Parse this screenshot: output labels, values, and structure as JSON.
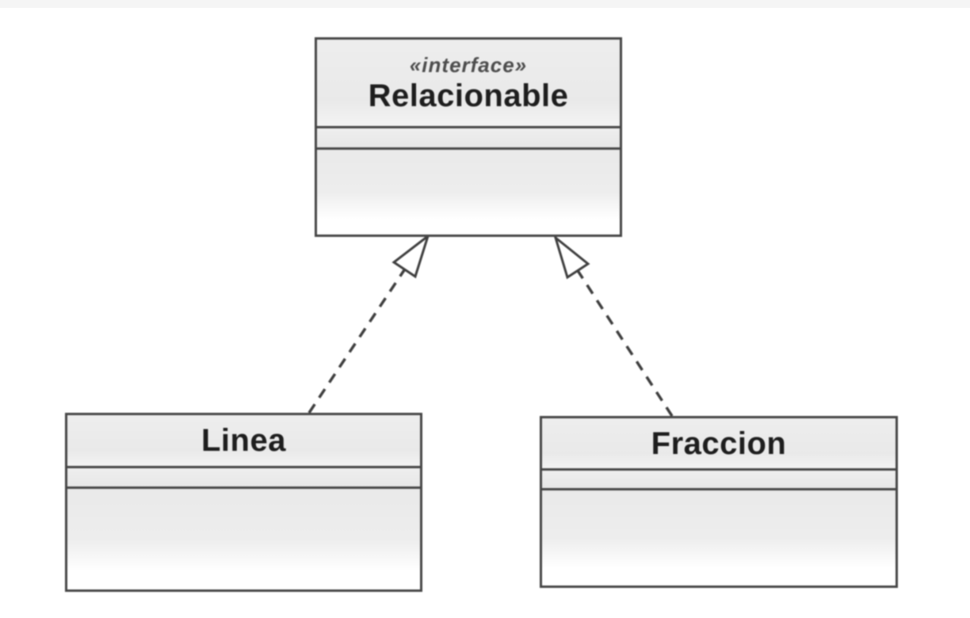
{
  "diagram": {
    "kind": "uml-class-diagram",
    "background_color": "#ffffff",
    "line_color": "#3f3f3f",
    "box_fill_color": "#ececec",
    "nodes": [
      {
        "id": "relacionable",
        "stereotype": "«interface»",
        "name": "Relacionable",
        "attributes": [],
        "operations": []
      },
      {
        "id": "linea",
        "stereotype": "",
        "name": "Linea",
        "attributes": [],
        "operations": []
      },
      {
        "id": "fraccion",
        "stereotype": "",
        "name": "Fraccion",
        "attributes": [],
        "operations": []
      }
    ],
    "edges": [
      {
        "from": "Linea",
        "to": "Relacionable",
        "type": "realization",
        "line_style": "dashed",
        "arrowhead": "hollow-triangle"
      },
      {
        "from": "Fraccion",
        "to": "Relacionable",
        "type": "realization",
        "line_style": "dashed",
        "arrowhead": "hollow-triangle"
      }
    ]
  }
}
